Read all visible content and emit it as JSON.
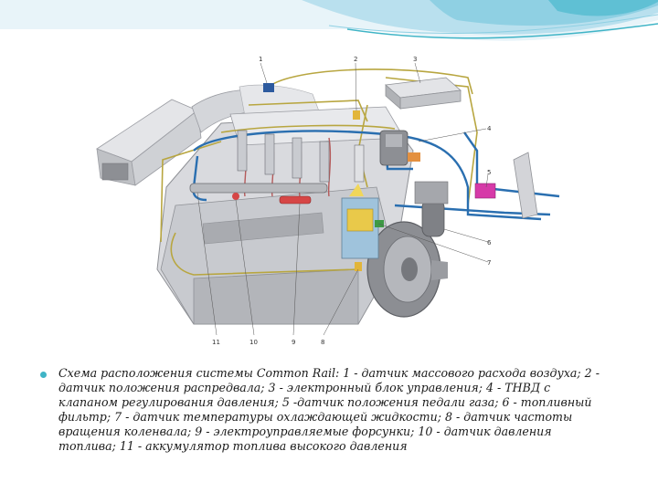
{
  "diagram": {
    "callouts": [
      "1",
      "2",
      "3",
      "4",
      "5",
      "6",
      "7",
      "8",
      "9",
      "10",
      "11"
    ]
  },
  "caption": {
    "text": "Схема расположения системы Common Rail: 1 - датчик массового расхода воздуха; 2 - датчик положения распредвала; 3 - электронный блок управления; 4 - ТНВД с клапаном регулирования давления; 5 -датчик положения педали газа; 6 - топливный фильтр; 7 - датчик температуры охлаждающей жидкости; 8 - датчик частоты вращения коленвала; 9 - электроуправляемые форсунки; 10 - датчик давления топлива; 11 - аккумулятор топлива высокого давления"
  },
  "colors": {
    "wave_light": "#cfe9f3",
    "wave_mid": "#8fd0e3",
    "wave_dark": "#3fb4c6",
    "fuel_line": "#2a6fb0",
    "wiring": "#b8a640",
    "engine": "#d9dade",
    "bullet": "#3fb4c6"
  }
}
